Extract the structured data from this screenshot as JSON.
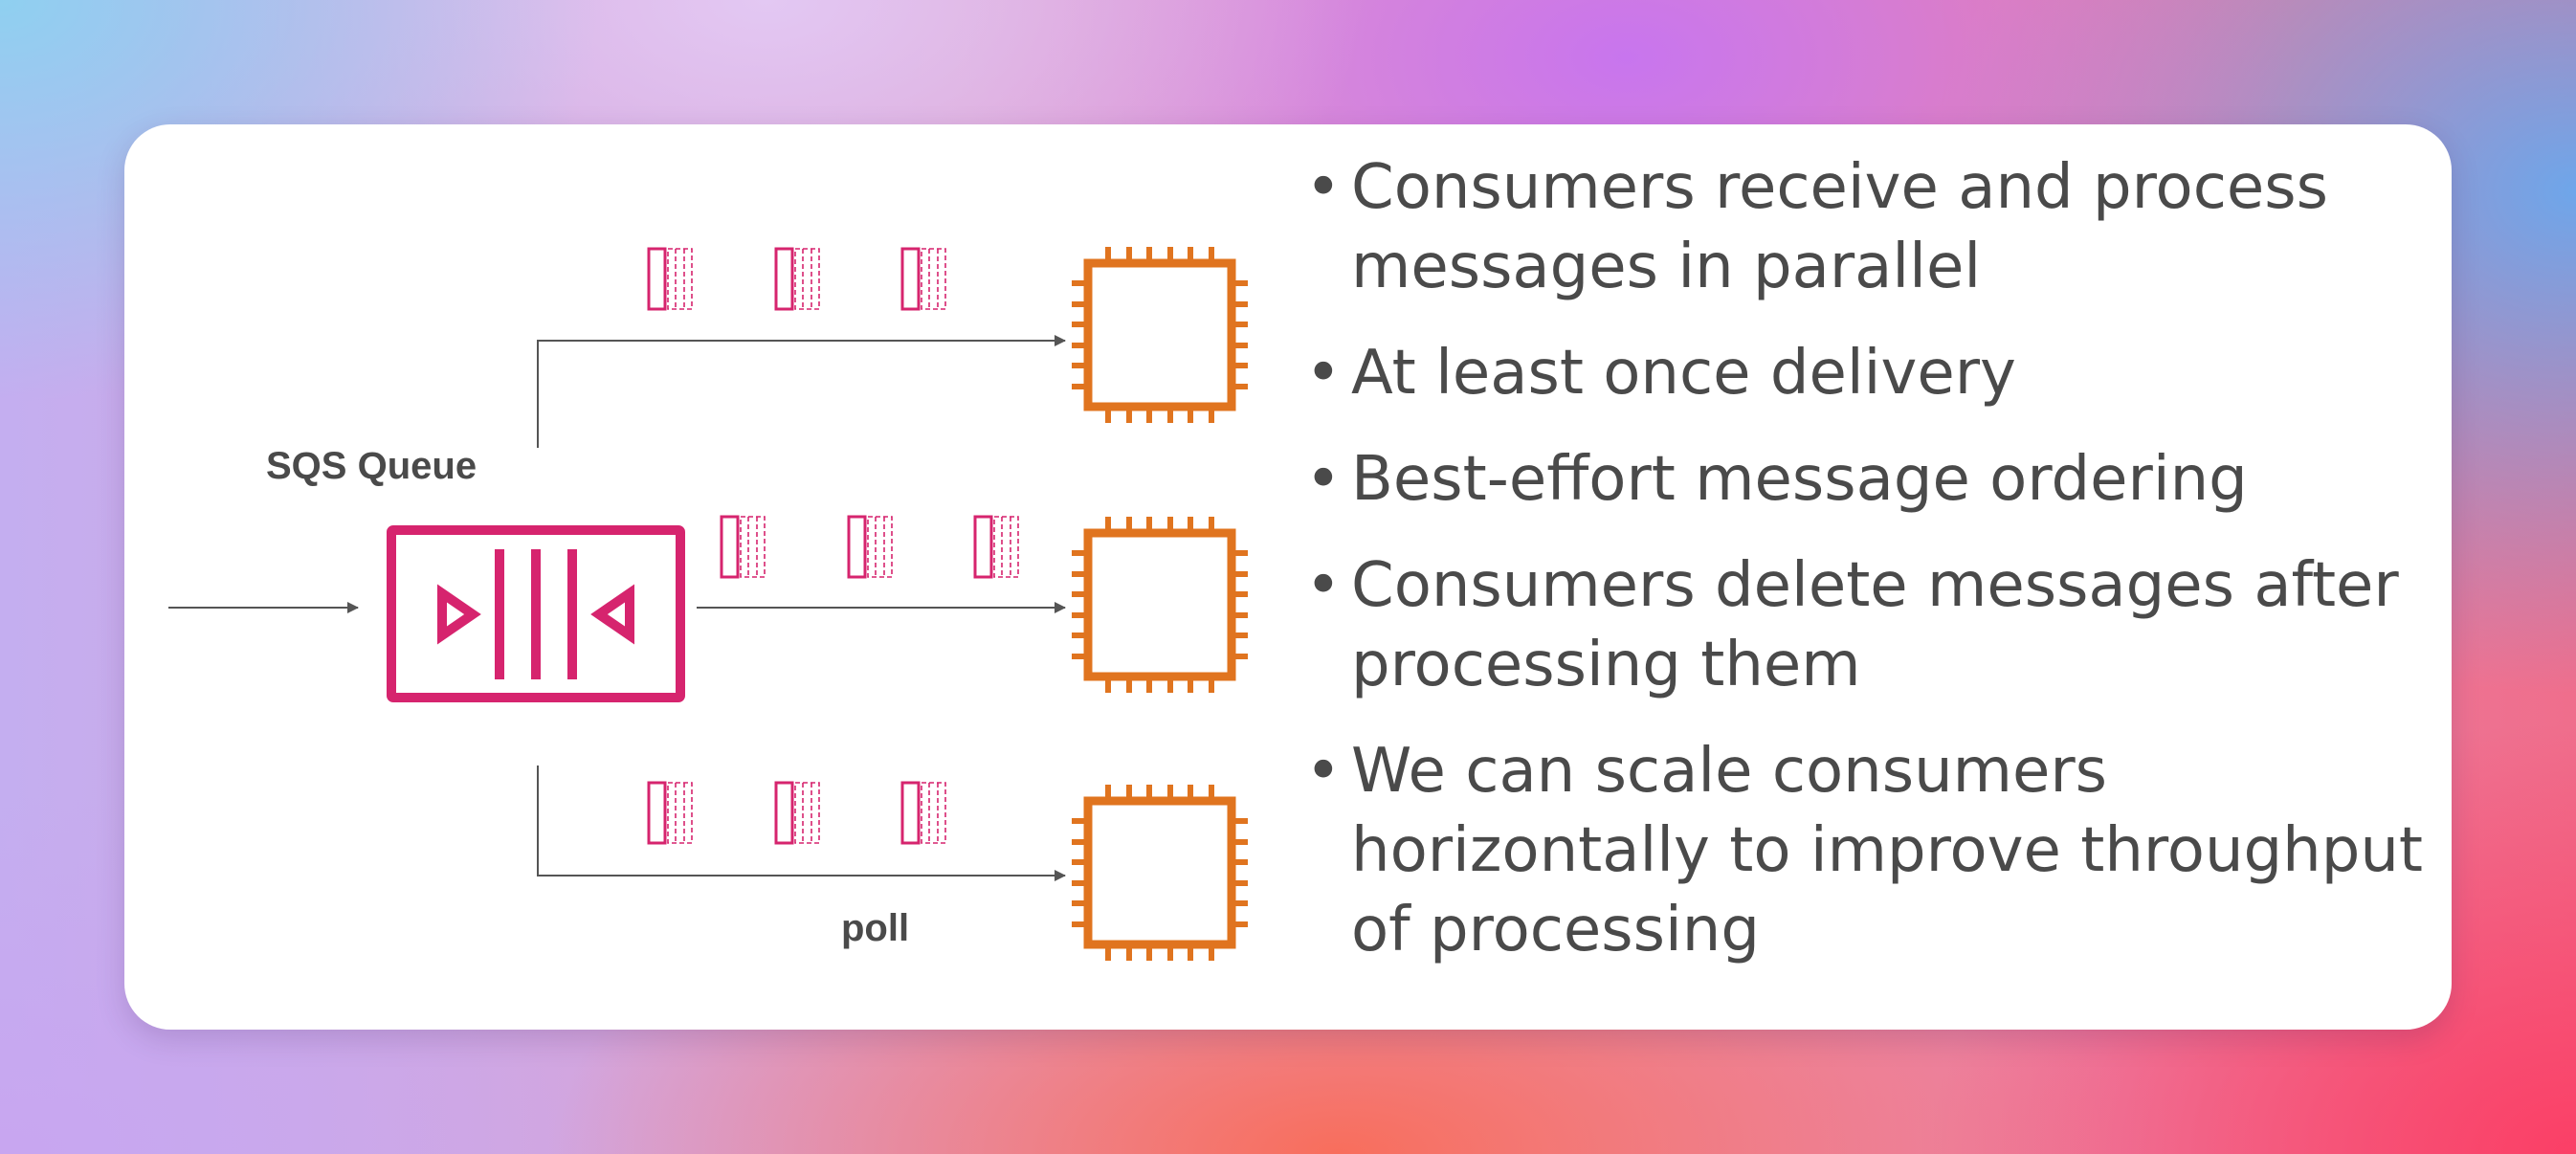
{
  "diagram": {
    "queue_label": "SQS Queue",
    "poll_label": "poll",
    "colors": {
      "queue": "#d6246e",
      "consumer": "#e0741f",
      "arrow": "#555555",
      "text": "#4a4a4a"
    },
    "icons": {
      "queue": "sqs-queue-icon",
      "consumer": "ec2-instance-icon",
      "message": "message-icon"
    }
  },
  "bullets": [
    "Consumers receive and process messages in parallel",
    "At least once delivery",
    "Best-effort message ordering",
    "Consumers delete messages after processing them",
    "We can scale consumers horizontally to improve throughput of processing"
  ]
}
